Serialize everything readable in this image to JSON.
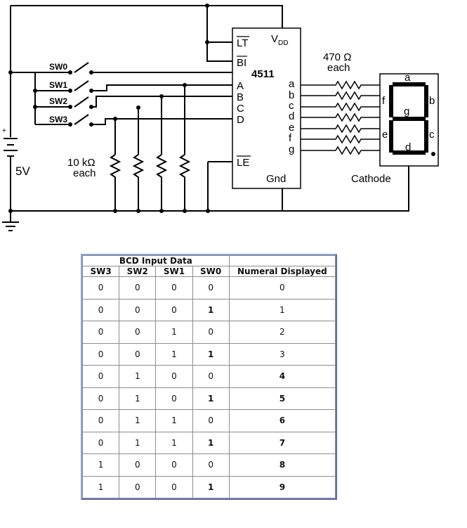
{
  "circuit": {
    "switches": [
      "SW0",
      "SW1",
      "SW2",
      "SW3"
    ],
    "ic": {
      "part": "4511",
      "vdd": "V",
      "vdd_sub": "DD",
      "lt": "LT",
      "bi": "BI",
      "le": "LE",
      "gnd": "Gnd",
      "inputs": [
        "A",
        "B",
        "C",
        "D"
      ],
      "outputs": [
        "a",
        "b",
        "c",
        "d",
        "e",
        "f",
        "g"
      ]
    },
    "supply": {
      "label": "5V",
      "plus": "+"
    },
    "pulldown": {
      "value": "10 kΩ",
      "each": "each"
    },
    "series_resistor": {
      "value": "470 Ω",
      "each": "each"
    },
    "display": {
      "label": "Cathode",
      "segments": [
        "a",
        "b",
        "c",
        "d",
        "e",
        "f",
        "g"
      ]
    }
  },
  "table": {
    "group_header": "BCD Input Data",
    "columns": [
      "SW3",
      "SW2",
      "SW1",
      "SW0",
      "Numeral Displayed"
    ],
    "rows": [
      [
        "0",
        "0",
        "0",
        "0",
        "0"
      ],
      [
        "0",
        "0",
        "0",
        "1",
        "1"
      ],
      [
        "0",
        "0",
        "1",
        "0",
        "2"
      ],
      [
        "0",
        "0",
        "1",
        "1",
        "3"
      ],
      [
        "0",
        "1",
        "0",
        "0",
        "4"
      ],
      [
        "0",
        "1",
        "0",
        "1",
        "5"
      ],
      [
        "0",
        "1",
        "1",
        "0",
        "6"
      ],
      [
        "0",
        "1",
        "1",
        "1",
        "7"
      ],
      [
        "1",
        "0",
        "0",
        "0",
        "8"
      ],
      [
        "1",
        "0",
        "0",
        "1",
        "9"
      ]
    ]
  }
}
